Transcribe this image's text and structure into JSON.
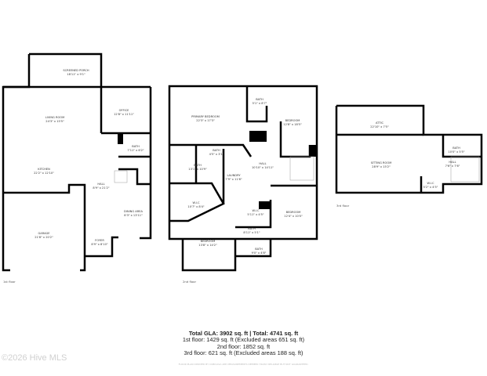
{
  "floors": [
    {
      "label": "1st floor",
      "rooms": [
        {
          "name": "SCREENED PORCH",
          "dims": "18'11\" x 9'1\""
        },
        {
          "name": "LIVING ROOM",
          "dims": "24'3\" x 15'5\""
        },
        {
          "name": "OFFICE",
          "dims": "12'8\" x 11'11\""
        },
        {
          "name": "BATH",
          "dims": "7'11\" x 6'2\""
        },
        {
          "name": "KITCHEN",
          "dims": "22'2\" x 12'10\""
        },
        {
          "name": "HALL",
          "dims": "8'9\" x 21'2\""
        },
        {
          "name": "DINING AREA",
          "dims": "8'3\" x 13'11\""
        },
        {
          "name": "GARAGE",
          "dims": "21'8\" x 20'2\""
        },
        {
          "name": "FOYER",
          "dims": "8'9\" x 8'10\""
        }
      ]
    },
    {
      "label": "2nd floor",
      "rooms": [
        {
          "name": "PRIMARY BEDROOM",
          "dims": "22'3\" x 17'3\""
        },
        {
          "name": "BATH",
          "dims": "5'1\" x 8'7\""
        },
        {
          "name": "BEDROOM",
          "dims": "12'8\" x 18'5\""
        },
        {
          "name": "BATH",
          "dims": "4'5\" x 3'1\""
        },
        {
          "name": "BATH",
          "dims": "13'1\" x 10'9\""
        },
        {
          "name": "LAUNDRY",
          "dims": "7'9\" x 11'6\""
        },
        {
          "name": "HALL",
          "dims": "10'10\" x 14'11\""
        },
        {
          "name": "W.I.C",
          "dims": "10'7\" x 8'4\""
        },
        {
          "name": "W.I.C",
          "dims": "5'11\" x 4'5\""
        },
        {
          "name": "BEDROOM",
          "dims": "12'4\" x 10'0\""
        },
        {
          "name": "BATH",
          "dims": "8'11\" x 5'1\""
        },
        {
          "name": "BEDROOM",
          "dims": "13'8\" x 14'2\""
        },
        {
          "name": "BATH",
          "dims": "9'0\" x 4'8\""
        }
      ]
    },
    {
      "label": "3rd floor",
      "rooms": [
        {
          "name": "ATTIC",
          "dims": "22'10\" x 7'5\""
        },
        {
          "name": "SITTING ROOM",
          "dims": "28'9\" x 15'2\""
        },
        {
          "name": "BATH",
          "dims": "10'0\" x 5'5\""
        },
        {
          "name": "HALL",
          "dims": "7'6\" x 7'6\""
        },
        {
          "name": "W.I.C",
          "dims": "5'2\" x 4'5\""
        }
      ]
    }
  ],
  "summary": {
    "total": "Total GLA: 3902 sq. ft | Total: 4741 sq. ft",
    "floor1": "1st floor: 1429 sq. ft (Excluded areas 651 sq. ft)",
    "floor2": "2nd floor: 1852 sq. ft",
    "floor3": "3rd floor: 621 sq. ft (Excluded areas 188 sq. ft)",
    "disclaimer": "FLOOR PLAN CREATED BY CUBICASA APP. MEASUREMENTS DEEMED HIGHLY RELIABLE BUT NOT GUARANTEED."
  },
  "watermark": "©2026 Hive MLS",
  "colors": {
    "wall": "#000000",
    "window": "#cccccc"
  }
}
